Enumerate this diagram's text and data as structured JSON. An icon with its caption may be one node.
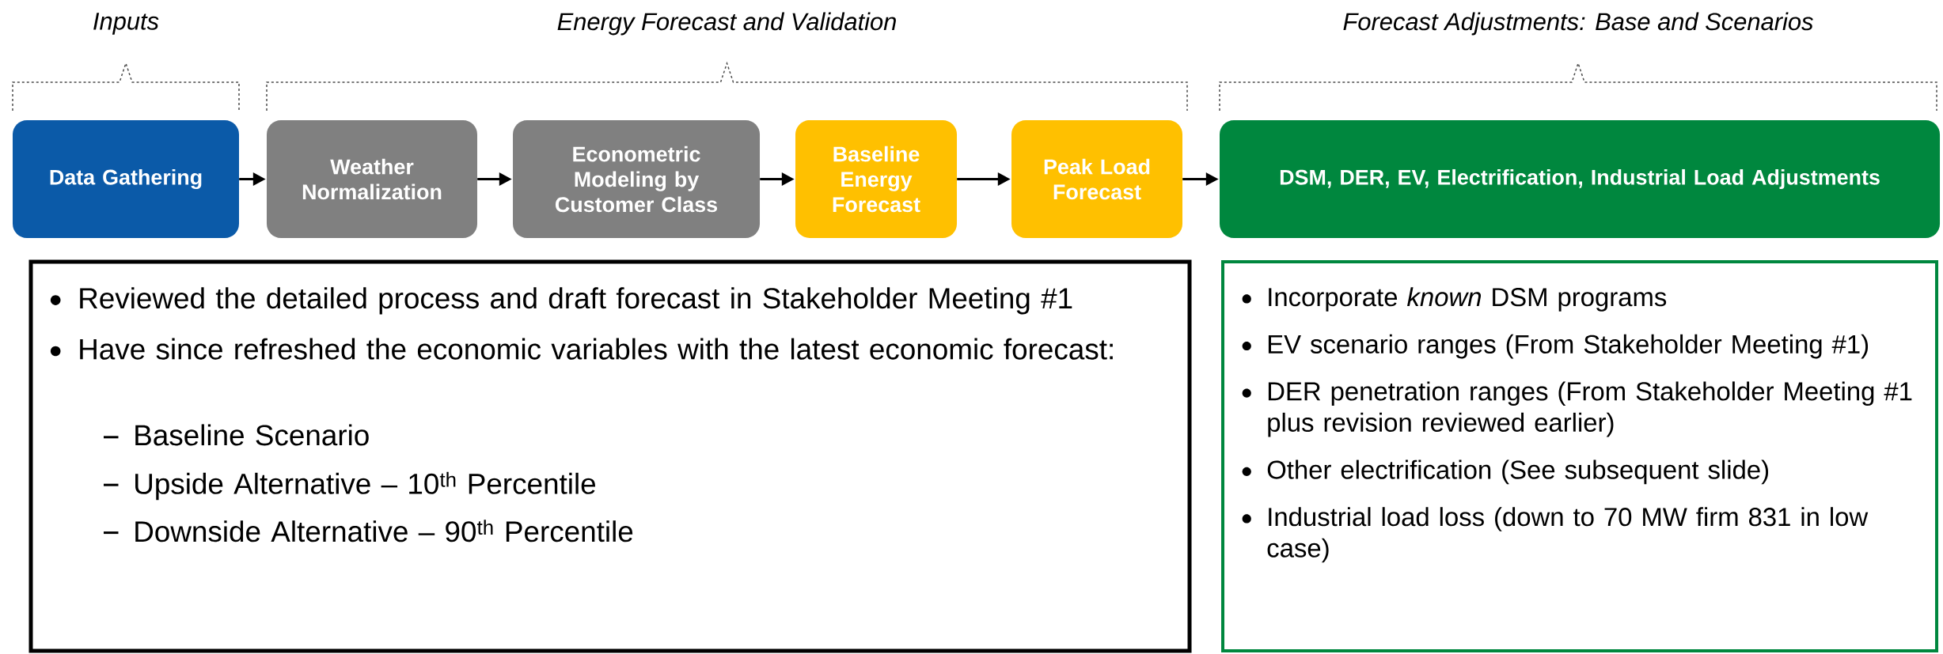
{
  "diagram": {
    "nodes": [
      {
        "text": [
          "Data Gathering"
        ]
      },
      {
        "text": [
          "Weather Normalization"
        ]
      },
      {
        "text": [
          "Econometric Modeling by Customer Class"
        ]
      },
      {
        "text": [
          "Baseline Energy Forecast"
        ]
      },
      {
        "text": [
          "Peak Load Forecast"
        ]
      },
      {
        "text": [
          "DSM, DER, EV, Electrification, Industrial Load Adjustments"
        ]
      },
      {
        "text": [
          "Reviewed the detailed process and draft forecast in Stakeholder Meeting #1",
          "Have since refreshed the economic variables with the latest economic forecast:",
          "Baseline Scenario",
          "Upside Alternative – 10$^{th}$ Percentile",
          "Downside Alternative – 90$^{th}$ Percentile"
        ]
      },
      {
        "text": [
          "Incorporate *known* DSM programs",
          "EV scenario ranges (From Stakeholder Meeting #1)",
          "DER penetration ranges (From Stakeholder Meeting #1 plus revision reviewed earlier)",
          "Other electrification (See subsequent slide)",
          "Industrial load loss (down to 70 MW firm 831 in low case)"
        ]
      }
    ],
    "edges": [
      {
        "from": 0,
        "to": 1,
        "arrow": "to"
      },
      {
        "from": 1,
        "to": 2,
        "arrow": "to"
      },
      {
        "from": 2,
        "to": 3,
        "arrow": "to"
      },
      {
        "from": 3,
        "to": 4,
        "arrow": "to"
      },
      {
        "from": 4,
        "to": 5,
        "arrow": "to"
      }
    ],
    "labels": [
      "Inputs",
      "Energy Forecast and Validation",
      "Forecast Adjustments: Base and Scenarios"
    ]
  }
}
